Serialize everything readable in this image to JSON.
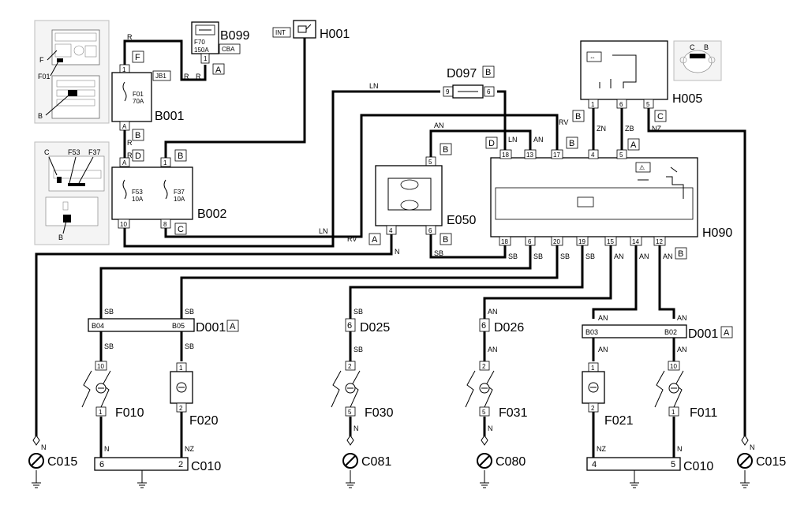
{
  "components": {
    "B099": "B099",
    "H001": "H001",
    "D097": "D097",
    "H005": "H005",
    "B001": "B001",
    "B002": "B002",
    "E050": "E050",
    "H090": "H090",
    "D001_left": "D001",
    "D001_right": "D001",
    "D025": "D025",
    "D026": "D026",
    "F010": "F010",
    "F020": "F020",
    "F030": "F030",
    "F031": "F031",
    "F021": "F021",
    "F011": "F011",
    "C015_left": "C015",
    "C015_right": "C015",
    "C010_left": "C010",
    "C010_right": "C010",
    "C081": "C081",
    "C080": "C080"
  },
  "fuses": {
    "F01": "F01",
    "F01_rating": "70A",
    "F53": "F53",
    "F53_rating": "10A",
    "F37": "F37",
    "F37_rating": "10A",
    "F70": "F70",
    "F70_rating": "150A"
  },
  "small_labels": {
    "INT": "INT",
    "CBA": "CBA",
    "JB1": "JB1"
  },
  "wire_codes": {
    "R": "R",
    "LN": "LN",
    "RV": "RV",
    "AN": "AN",
    "ZN": "ZN",
    "ZB": "ZB",
    "NZ": "NZ",
    "N": "N",
    "SB": "SB"
  },
  "connector_codes": {
    "A": "A",
    "B": "B",
    "C": "C",
    "D": "D",
    "F": "F"
  },
  "pins": {
    "p1": "1",
    "p2": "2",
    "p4": "4",
    "p5": "5",
    "p6": "6",
    "p8": "8",
    "p9": "9",
    "p10": "10",
    "p12": "12",
    "p13": "13",
    "p14": "14",
    "p15": "15",
    "p17": "17",
    "p18": "18",
    "p19": "19",
    "p20": "20"
  },
  "splices": {
    "B04": "B04",
    "B05": "B05",
    "B03": "B03",
    "B02": "B02"
  },
  "inset_labels": {
    "F": "F",
    "F01": "F01",
    "B": "B",
    "C": "C",
    "F53": "F53",
    "F37": "F37"
  }
}
